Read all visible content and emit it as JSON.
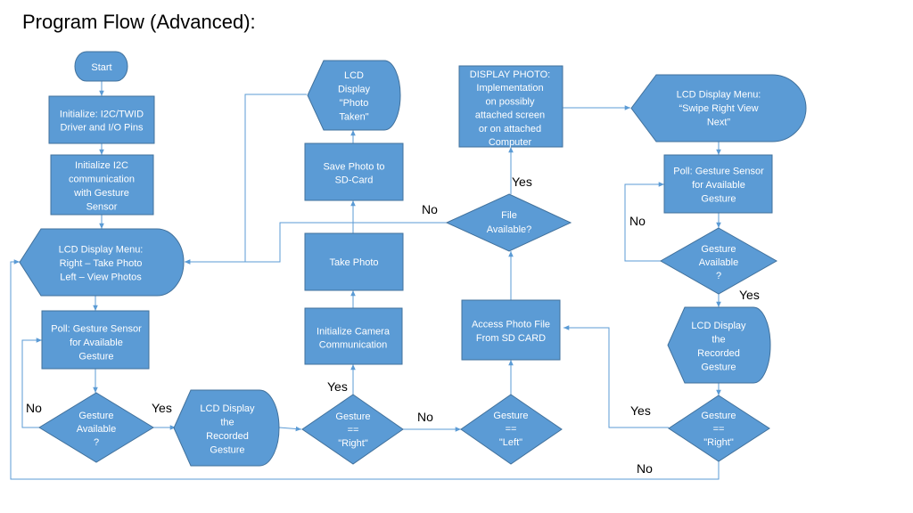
{
  "title": "Program Flow (Advanced):",
  "nodes": {
    "start": [
      "Start"
    ],
    "init_i2c": [
      "Initialize: I2C/TWID",
      "Driver and I/O Pins"
    ],
    "init_comm": [
      "Initialize I2C",
      "communication",
      "with Gesture",
      "Sensor"
    ],
    "menu1": [
      "LCD Display Menu:",
      "Right – Take Photo",
      "Left –    View Photos"
    ],
    "poll1": [
      "Poll: Gesture Sensor",
      "for Available",
      "Gesture"
    ],
    "avail1": [
      "Gesture",
      "Available",
      "?"
    ],
    "lcd_rec1": [
      "LCD Display",
      "the",
      "Recorded",
      "Gesture"
    ],
    "right1": [
      "Gesture",
      "==",
      "\"Right\""
    ],
    "init_cam": [
      "Initialize Camera",
      "Communication"
    ],
    "take_photo": [
      "Take Photo"
    ],
    "save_photo": [
      "Save Photo to",
      "SD-Card"
    ],
    "photo_taken": [
      "LCD",
      "Display",
      "\"Photo",
      "Taken\""
    ],
    "left1": [
      "Gesture",
      "==",
      "\"Left\""
    ],
    "access": [
      "Access Photo File",
      "From SD CARD"
    ],
    "file_avail": [
      "File",
      "Available?"
    ],
    "display_photo": [
      "DISPLAY PHOTO:",
      "Implementation",
      "on possibly",
      "attached screen",
      "or on attached",
      "Computer"
    ],
    "menu2": [
      "LCD Display Menu:",
      "“Swipe Right View",
      "Next”"
    ],
    "poll2": [
      "Poll: Gesture Sensor",
      "for Available",
      "Gesture"
    ],
    "avail2": [
      "Gesture",
      "Available",
      "?"
    ],
    "lcd_rec2": [
      "LCD Display",
      "the",
      "Recorded",
      "Gesture"
    ],
    "right2": [
      "Gesture",
      "==",
      "\"Right\""
    ]
  },
  "labels": {
    "no_avail1": "No",
    "yes_avail1": "Yes",
    "yes_right1": "Yes",
    "no_right1": "No",
    "no_file": "No",
    "yes_file": "Yes",
    "no_avail2": "No",
    "yes_avail2": "Yes",
    "yes_right2": "Yes",
    "no_right2": "No"
  },
  "colors": {
    "fill": "#5B9BD5",
    "stroke": "#41719C",
    "node_text": "#FFFFFF",
    "connector": "#5B9BD5"
  }
}
